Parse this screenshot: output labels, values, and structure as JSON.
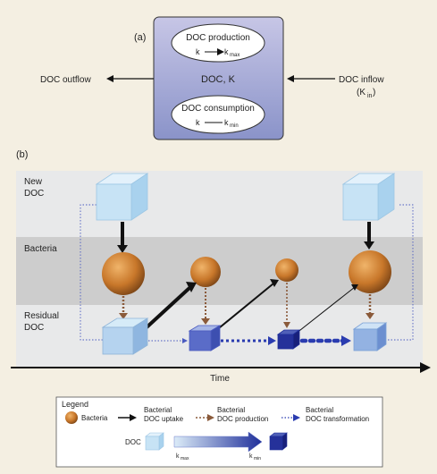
{
  "panel_a": {
    "label": "(a)",
    "production": {
      "title": "DOC production",
      "k": "k",
      "kmax_main": "k",
      "kmax_sub": "max"
    },
    "center": "DOC,  K",
    "consumption": {
      "title": "DOC consumption",
      "k": "k",
      "kmin_main": "k",
      "kmin_sub": "min"
    },
    "outflow": "DOC outflow",
    "inflow": "DOC inflow",
    "inflow_k_open": "(K",
    "inflow_k_sub": "in",
    "inflow_k_close": ")"
  },
  "panel_b": {
    "label": "(b)",
    "bands": {
      "new_doc_1": "New",
      "new_doc_2": "DOC",
      "bacteria": "Bacteria",
      "residual_1": "Residual",
      "residual_2": "DOC"
    },
    "time_label": "Time"
  },
  "legend": {
    "title": "Legend",
    "bacteria": "Bacteria",
    "uptake_1": "Bacterial",
    "uptake_2": "DOC uptake",
    "production_1": "Bacterial",
    "production_2": "DOC production",
    "transformation_1": "Bacterial",
    "transformation_2": "DOC transformation",
    "doc": "DOC",
    "kmax_main": "k",
    "kmax_sub": "max",
    "kmin_main": "k",
    "kmin_sub": "min"
  },
  "colors": {
    "bacteria": "#c8772a",
    "new_doc": "#bfe0f3",
    "dark_doc": "#1f2f9a",
    "production_arrow": "#8a5a3a",
    "transformation_arrow": "#2a3cb0",
    "box_a": "#9aa3d0"
  }
}
